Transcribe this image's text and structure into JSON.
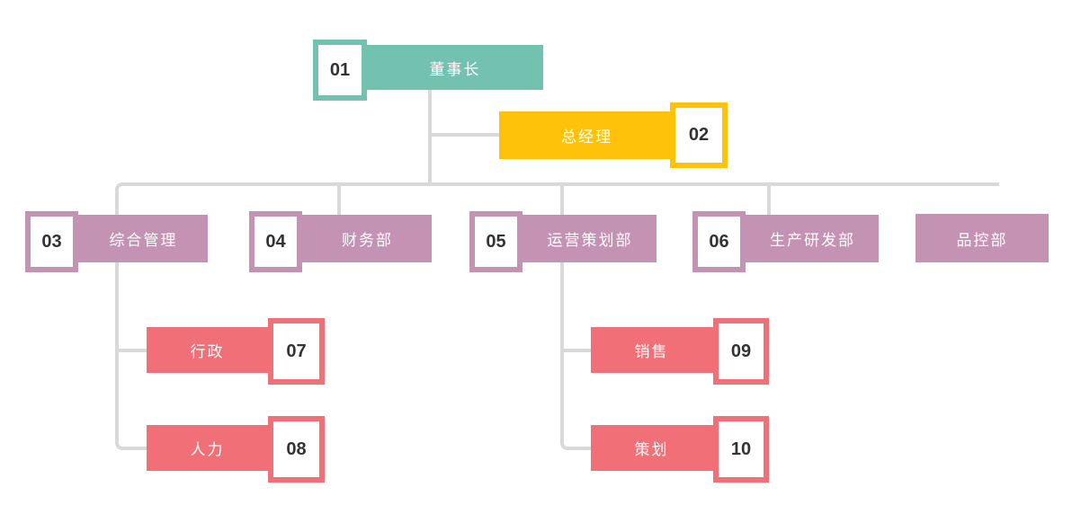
{
  "diagram": {
    "type": "org-chart",
    "palette": {
      "teal": "#72C2AF",
      "yellow": "#FEC20B",
      "mauve": "#C492B3",
      "red": "#F16F76",
      "connector_gray": "#D9D9D9",
      "number_text": "#333333",
      "label_text": "#FFFFFF"
    },
    "nodes": [
      {
        "id": "chairman",
        "number": "01",
        "label": "董事长",
        "level": 1,
        "color": "teal",
        "number_side": "left"
      },
      {
        "id": "general-manager",
        "number": "02",
        "label": "总经理",
        "level": 2,
        "color": "yellow",
        "number_side": "right"
      },
      {
        "id": "dept-general-management",
        "number": "03",
        "label": "综合管理",
        "level": 3,
        "color": "mauve",
        "number_side": "left"
      },
      {
        "id": "dept-finance",
        "number": "04",
        "label": "财务部",
        "level": 3,
        "color": "mauve",
        "number_side": "left"
      },
      {
        "id": "dept-operations-planning",
        "number": "05",
        "label": "运营策划部",
        "level": 3,
        "color": "mauve",
        "number_side": "left"
      },
      {
        "id": "dept-production-rd",
        "number": "06",
        "label": "生产研发部",
        "level": 3,
        "color": "mauve",
        "number_side": "left"
      },
      {
        "id": "dept-quality-control",
        "number": "",
        "label": "品控部",
        "level": 3,
        "color": "mauve",
        "number_side": "none"
      },
      {
        "id": "admin",
        "number": "07",
        "label": "行政",
        "level": 4,
        "color": "red",
        "number_side": "right"
      },
      {
        "id": "hr",
        "number": "08",
        "label": "人力",
        "level": 4,
        "color": "red",
        "number_side": "right"
      },
      {
        "id": "sales",
        "number": "09",
        "label": "销售",
        "level": 4,
        "color": "red",
        "number_side": "right"
      },
      {
        "id": "planning",
        "number": "10",
        "label": "策划",
        "level": 4,
        "color": "red",
        "number_side": "right"
      }
    ],
    "edges": [
      {
        "from": "chairman",
        "to": "general-manager"
      },
      {
        "from": "chairman",
        "to": "dept-general-management"
      },
      {
        "from": "chairman",
        "to": "dept-finance"
      },
      {
        "from": "chairman",
        "to": "dept-operations-planning"
      },
      {
        "from": "chairman",
        "to": "dept-production-rd"
      },
      {
        "from": "dept-general-management",
        "to": "admin"
      },
      {
        "from": "dept-general-management",
        "to": "hr"
      },
      {
        "from": "dept-operations-planning",
        "to": "sales"
      },
      {
        "from": "dept-operations-planning",
        "to": "planning"
      }
    ]
  }
}
